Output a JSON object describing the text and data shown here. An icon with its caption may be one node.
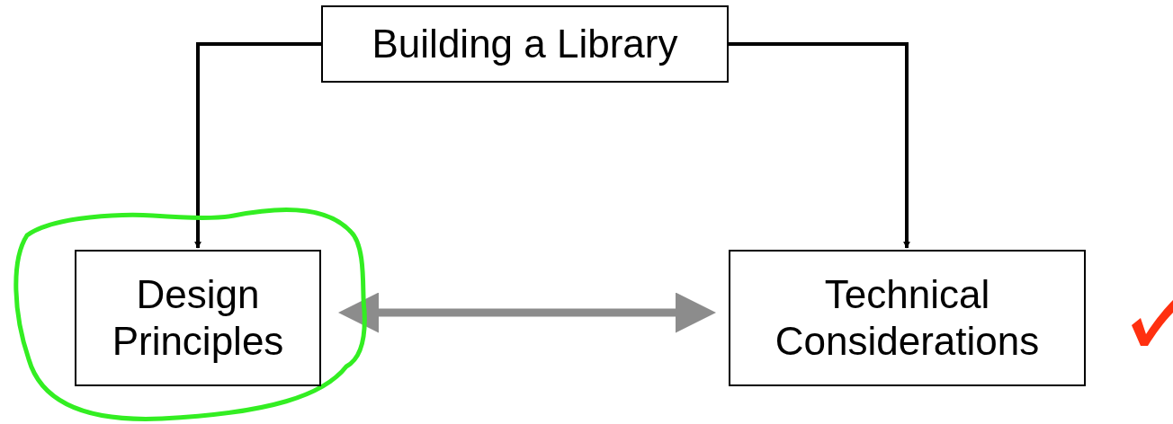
{
  "diagram": {
    "nodes": [
      {
        "text": [
          "Building a Library"
        ]
      },
      {
        "text": [
          "Design Principles"
        ]
      },
      {
        "text": [
          "Technical Considerations"
        ]
      }
    ],
    "edges": [
      {
        "from": 0,
        "to": 1,
        "arrow": "to"
      },
      {
        "from": 0,
        "to": 2,
        "arrow": "to"
      },
      {
        "from": 1,
        "to": 2,
        "arrow": "both",
        "style": "thick",
        "color": "#8c8c8c"
      }
    ]
  }
}
